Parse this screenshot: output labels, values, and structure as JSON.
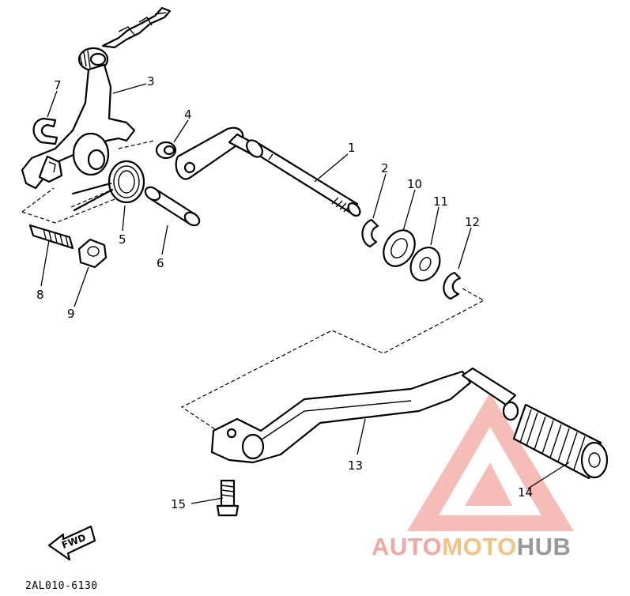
{
  "diagram": {
    "code": "2AL010-6130",
    "fwd_label": "FWD",
    "callouts": [
      "1",
      "2",
      "3",
      "4",
      "5",
      "6",
      "7",
      "8",
      "9",
      "10",
      "11",
      "12",
      "13",
      "14",
      "15"
    ]
  },
  "watermark": {
    "part1": "AUTO",
    "part2": "MOTO",
    "part3": "HUB",
    "color_primary": "#f4a6a0",
    "color_secondary": "#f4c27f",
    "color_tertiary": "#9a9a9a"
  }
}
